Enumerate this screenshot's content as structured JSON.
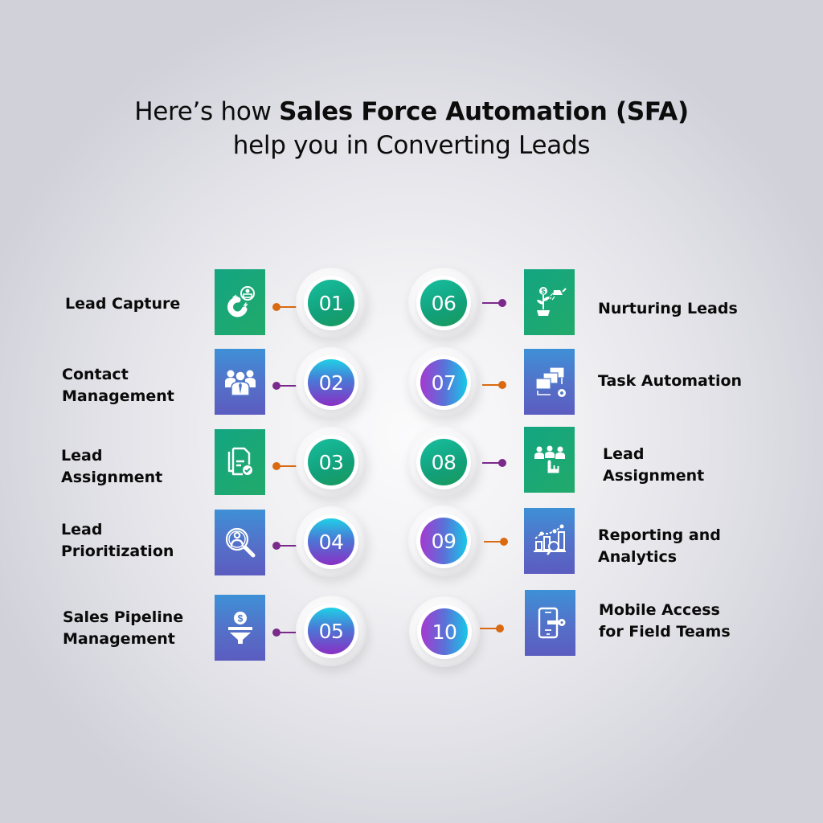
{
  "title": {
    "line1_prefix": "Here’s how ",
    "line1_bold": "Sales Force Automation (SFA)",
    "line2": "help you in Converting Leads"
  },
  "colors": {
    "green_box": "#17a57a",
    "blue_box": "#4f7acd",
    "connector_orange": "#d96a12",
    "connector_purple": "#7a2a8a",
    "circle_green": "#14a886",
    "circle_purple_cyan": "#6a4fd0"
  },
  "left_items": [
    {
      "number": "01",
      "label_line1": "Lead Capture",
      "label_line2": "",
      "icon": "magnet-lead-icon",
      "box": "green",
      "connector": "orange"
    },
    {
      "number": "02",
      "label_line1": "Contact",
      "label_line2": "Management",
      "icon": "team-contacts-icon",
      "box": "blue",
      "connector": "purple"
    },
    {
      "number": "03",
      "label_line1": "Lead",
      "label_line2": "Assignment",
      "icon": "document-check-icon",
      "box": "green",
      "connector": "orange"
    },
    {
      "number": "04",
      "label_line1": "Lead",
      "label_line2": "Prioritization",
      "icon": "person-search-icon",
      "box": "blue",
      "connector": "purple"
    },
    {
      "number": "05",
      "label_line1": "Sales Pipeline",
      "label_line2": "Management",
      "icon": "dollar-funnel-icon",
      "box": "blue",
      "connector": "purple"
    }
  ],
  "right_items": [
    {
      "number": "06",
      "label_line1": "Nurturing Leads",
      "label_line2": "",
      "icon": "watering-plant-dollar-icon",
      "box": "green",
      "connector": "purple"
    },
    {
      "number": "07",
      "label_line1": "Task Automation",
      "label_line2": "",
      "icon": "workflow-windows-gear-icon",
      "box": "blue",
      "connector": "orange"
    },
    {
      "number": "08",
      "label_line1": "Lead",
      "label_line2": "Assignment",
      "icon": "group-hand-select-icon",
      "box": "green",
      "connector": "purple"
    },
    {
      "number": "09",
      "label_line1": "Reporting and",
      "label_line2": "Analytics",
      "icon": "chart-magnifier-icon",
      "box": "blue",
      "connector": "orange"
    },
    {
      "number": "10",
      "label_line1": "Mobile Access",
      "label_line2": "for Field Teams",
      "icon": "mobile-key-icon",
      "box": "blue",
      "connector": "orange"
    }
  ]
}
